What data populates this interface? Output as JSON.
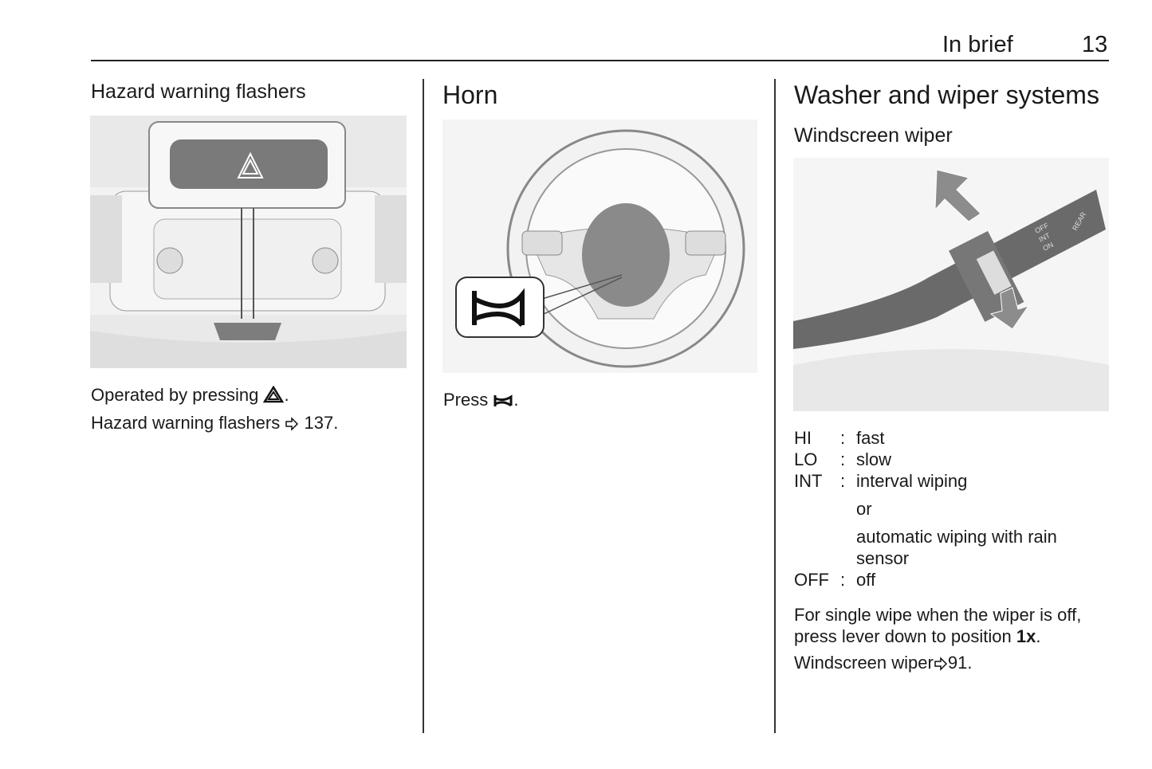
{
  "header": {
    "section": "In brief",
    "page_number": "13"
  },
  "col1": {
    "heading": "Hazard warning flashers",
    "line1": "Operated by pressing",
    "line1_end": ".",
    "line2": "Hazard warning flashers",
    "line2_ref": "137."
  },
  "col2": {
    "heading": "Horn",
    "line1": "Press",
    "line1_end": "."
  },
  "col3": {
    "heading": "Washer and wiper systems",
    "subheading": "Windscreen wiper",
    "figure_labels": {
      "off": "OFF",
      "int": "INT",
      "on": "ON",
      "rear": "REAR"
    },
    "positions": [
      {
        "key": "HI",
        "sep": ":",
        "desc": "fast"
      },
      {
        "key": "LO",
        "sep": ":",
        "desc": "slow"
      },
      {
        "key": "INT",
        "sep": ":",
        "desc": "interval wiping"
      },
      {
        "key": "",
        "sep": "",
        "desc": "or"
      },
      {
        "key": "",
        "sep": "",
        "desc": "automatic wiping with rain sensor"
      },
      {
        "key": "OFF",
        "sep": ":",
        "desc": "off"
      }
    ],
    "para1_a": "For single wipe when the wiper is off, press lever down to position",
    "para1_b": "1x",
    "para1_c": ".",
    "ref_text": "Windscreen wiper",
    "ref_page": "91."
  }
}
